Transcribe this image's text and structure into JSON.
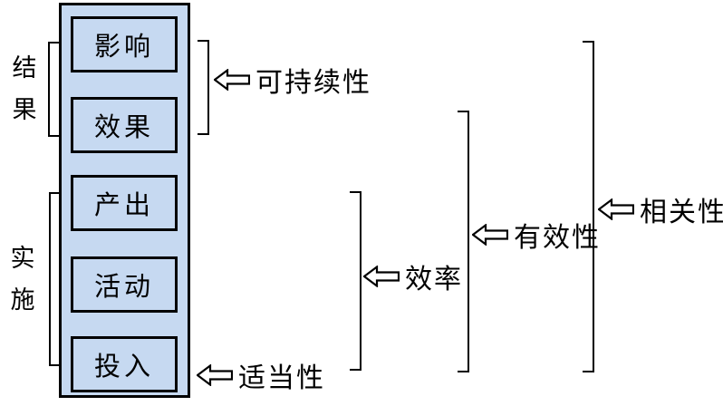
{
  "diagram": {
    "column": {
      "boxes": [
        {
          "label": "影响"
        },
        {
          "label": "效果"
        },
        {
          "label": "产出"
        },
        {
          "label": "活动"
        },
        {
          "label": "投入"
        }
      ]
    },
    "groups": {
      "results": "结果",
      "implementation": "实施"
    },
    "criteria": {
      "sustainability": "可持续性",
      "appropriateness": "适当性",
      "efficiency": "效率",
      "effectiveness": "有效性",
      "relevance": "相关性"
    },
    "colors": {
      "box_fill": "#c6d9f1",
      "line": "#000000",
      "arrow_fill": "#ffffff",
      "background": "#ffffff"
    }
  }
}
